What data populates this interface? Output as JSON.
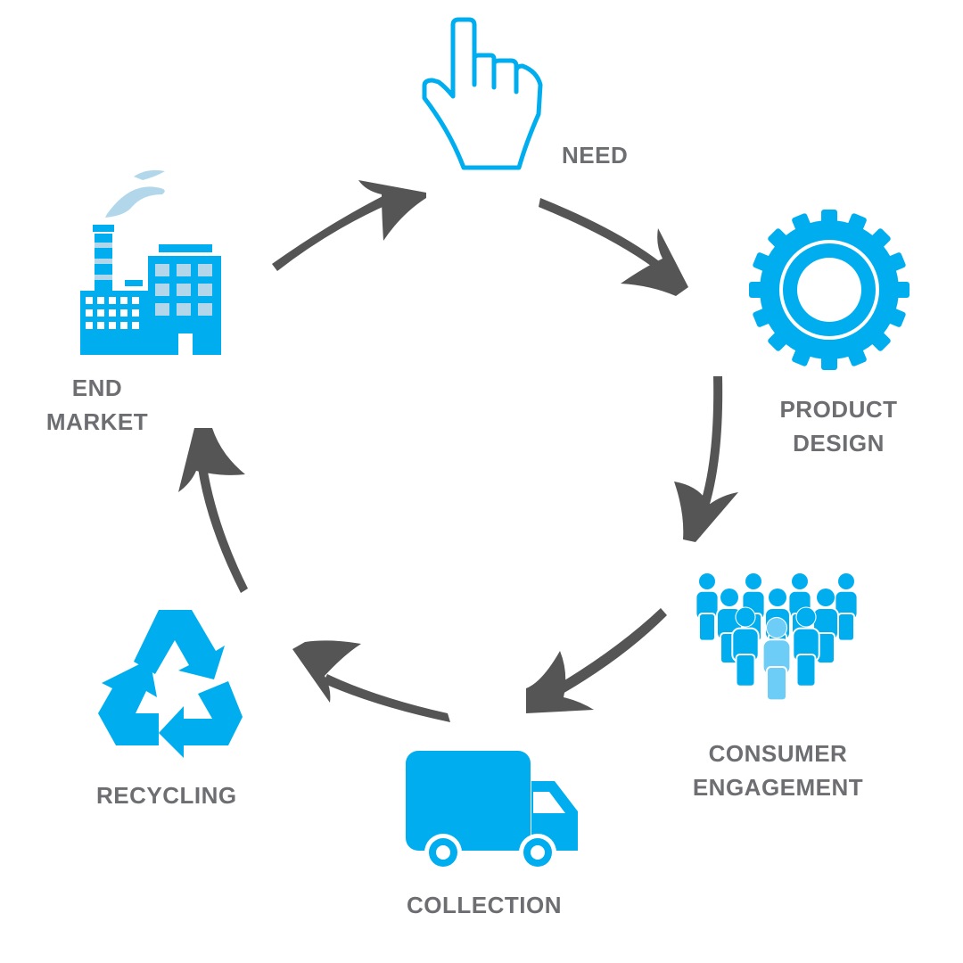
{
  "colors": {
    "icon_blue": "#00aeef",
    "icon_light_blue": "#b3d7ea",
    "person_highlight": "#6dcdf6",
    "arrow": "#555555",
    "label": "#6d6e71"
  },
  "stages": [
    {
      "id": "need",
      "icon": "pointing-hand-icon",
      "lines": [
        "NEED"
      ]
    },
    {
      "id": "product-design",
      "icon": "gear-icon",
      "lines": [
        "PRODUCT",
        "DESIGN"
      ]
    },
    {
      "id": "consumer-engagement",
      "icon": "crowd-icon",
      "lines": [
        "CONSUMER",
        "ENGAGEMENT"
      ]
    },
    {
      "id": "collection",
      "icon": "truck-icon",
      "lines": [
        "COLLECTION"
      ]
    },
    {
      "id": "recycling",
      "icon": "recycle-icon",
      "lines": [
        "RECYCLING"
      ]
    },
    {
      "id": "end-market",
      "icon": "factory-icon",
      "lines": [
        "END",
        "MARKET"
      ]
    }
  ]
}
